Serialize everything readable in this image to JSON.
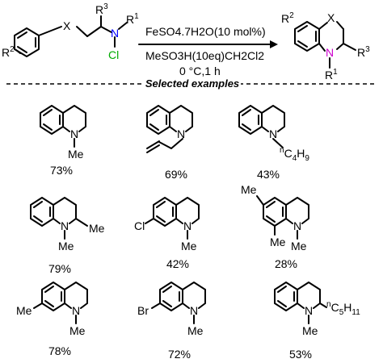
{
  "scheme": {
    "reactant_labels": {
      "x": "X",
      "r3": "R",
      "r3_sup": "3",
      "r1": "R",
      "r1_sup": "1",
      "n": "N",
      "cl": "Cl",
      "r2": "R",
      "r2_sup": "2"
    },
    "conditions": {
      "line1": "FeSO4.7H2O(10 mol%)",
      "line2": "MeSO3H(10eq)CH2Cl2",
      "line3": "0 °C,1 h"
    },
    "product_labels": {
      "x": "X",
      "r2": "R",
      "r2_sup": "2",
      "r3": "R",
      "r3_sup": "3",
      "n": "N",
      "r1": "R",
      "r1_sup": "1"
    },
    "colors": {
      "nitrogen": "#0000ff",
      "product_nitrogen": "#cc00cc",
      "chlorine": "#00aa00",
      "text": "#000000"
    }
  },
  "section_title": "Selected examples",
  "examples": [
    {
      "yield": "73%",
      "substituent": "Me"
    },
    {
      "yield": "69%",
      "substituent": "allyl"
    },
    {
      "yield": "43%",
      "substituent": "nC4H9"
    },
    {
      "yield": "79%",
      "substituent": "Me",
      "ring_substituent": "Me"
    },
    {
      "yield": "42%",
      "substituent": "Me",
      "ring_substituent": "Cl"
    },
    {
      "yield": "28%",
      "substituent": "Me",
      "ring_substituent": "Me, Me"
    },
    {
      "yield": "78%",
      "substituent": "Me",
      "ring_substituent": "Me"
    },
    {
      "yield": "72%",
      "substituent": "Me",
      "ring_substituent": "Br"
    },
    {
      "yield": "53%",
      "substituent": "Me",
      "ring_substituent": "nC5H11"
    }
  ],
  "text_labels": {
    "me": "Me",
    "n": "N",
    "cl": "Cl",
    "br": "Br",
    "n_sup": "n",
    "c4": "C",
    "c4_sub": "4",
    "h9": "H",
    "h9_sub": "9",
    "c5": "C",
    "c5_sub": "5",
    "h11": "H",
    "h11_sub": "11"
  }
}
